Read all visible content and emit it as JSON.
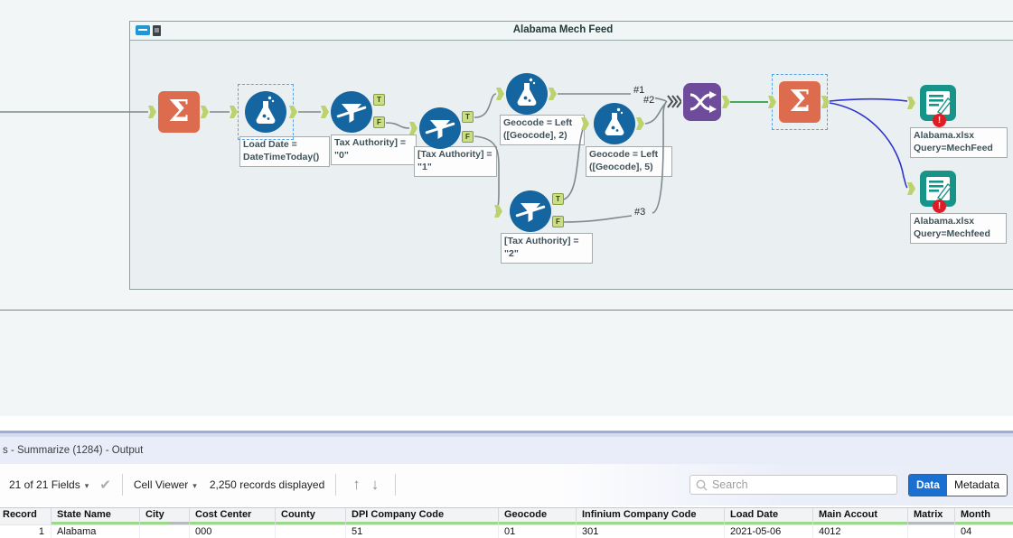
{
  "colors": {
    "summarize_orange": "#dd6b4d",
    "tool_blue": "#1565a0",
    "union_purple": "#6f4b9b",
    "output_teal": "#17948a",
    "error_red": "#e01b24",
    "wire_gray": "#7e8a8e",
    "wire_green": "#2f9e44",
    "wire_blue": "#2d33cf",
    "quality_green": "#9bd88b",
    "quality_gray": "#b7babc",
    "accent_blue": "#1a70d0"
  },
  "workflow": {
    "container_title": "Alabama Mech Feed",
    "filter_tab_true": "T",
    "filter_tab_false": "F",
    "annotations": {
      "formula1": "Load Date =\nDateTimeToday()",
      "filter1": "Tax Authority] =\n\"0\"",
      "filter2": "[Tax Authority] =\n\"1\"",
      "formula2": "Geocode = Left\n([Geocode], 2)",
      "formula3": "Geocode = Left\n([Geocode], 5)",
      "filter3": "[Tax Authority] =\n\"2\"",
      "output1": "Alabama.xlsx\nQuery=MechFeed",
      "output2": "Alabama.xlsx\nQuery=Mechfeed"
    },
    "wire_labels": {
      "w1": "#1",
      "w2": "#2",
      "w3": "#3"
    },
    "error_badge": "!"
  },
  "results": {
    "title": "s - Summarize (1284) - Output",
    "toolbar": {
      "fields": "21 of 21 Fields",
      "cell_viewer": "Cell Viewer",
      "records": "2,250 records displayed",
      "search_placeholder": "Search",
      "data_tab": "Data",
      "metadata_tab": "Metadata"
    },
    "table": {
      "columns": [
        {
          "label": "Record",
          "value": "1"
        },
        {
          "label": "State Name",
          "value": "Alabama"
        },
        {
          "label": "City",
          "value": ""
        },
        {
          "label": "Cost Center",
          "value": "000"
        },
        {
          "label": "County",
          "value": ""
        },
        {
          "label": "DPI Company Code",
          "value": "51"
        },
        {
          "label": "Geocode",
          "value": "01"
        },
        {
          "label": "Infinium Company Code",
          "value": "301"
        },
        {
          "label": "Load Date",
          "value": "2021-05-06"
        },
        {
          "label": "Main Accout",
          "value": "4012"
        },
        {
          "label": "Matrix",
          "value": ""
        },
        {
          "label": "Month",
          "value": "04"
        }
      ]
    }
  }
}
